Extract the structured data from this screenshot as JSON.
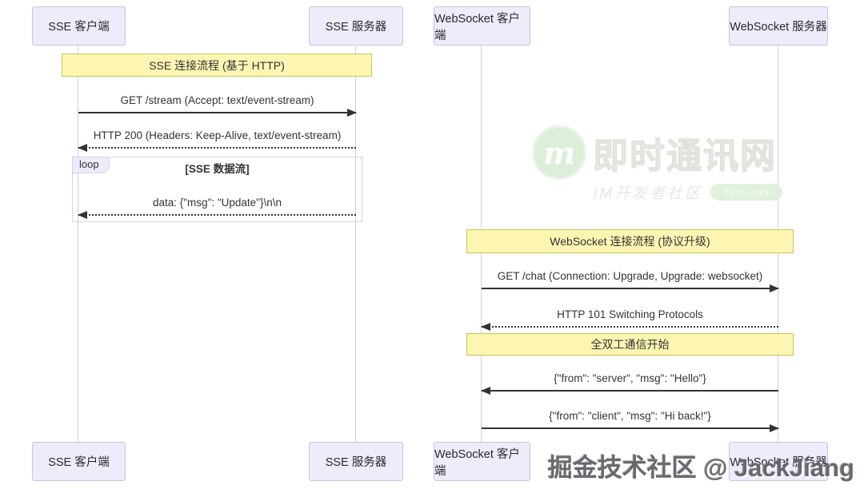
{
  "diagram": {
    "actors": [
      {
        "label": "SSE 客户端"
      },
      {
        "label": "SSE 服务器"
      },
      {
        "label": "WebSocket 客户端"
      },
      {
        "label": "WebSocket 服务器"
      }
    ],
    "notes": {
      "sse": "SSE 连接流程 (基于 HTTP)",
      "ws": "WebSocket 连接流程 (协议升级)",
      "duplex": "全双工通信开始"
    },
    "loop": {
      "label": "loop",
      "condition": "[SSE 数据流]"
    },
    "messages": {
      "sse_get": "GET /stream (Accept: text/event-stream)",
      "sse_200": "HTTP 200 (Headers: Keep-Alive, text/event-stream)",
      "sse_data": "data: {\"msg\": \"Update\"}\\n\\n",
      "ws_get": "GET /chat (Connection: Upgrade, Upgrade: websocket)",
      "ws_101": "HTTP 101 Switching Protocols",
      "ws_hello": "{\"from\": \"server\", \"msg\": \"Hello\"}",
      "ws_hiback": "{\"from\": \"client\", \"msg\": \"Hi back!\"}"
    }
  },
  "watermarks": {
    "center": {
      "logo": "m",
      "title": "即时通讯网",
      "subtitle": "IM开发者社区",
      "badge": "52im.net"
    },
    "bottom": "掘金技术社区 @ JackJiang"
  },
  "colors": {
    "actor_fill": "#ECECFB",
    "actor_border": "#C5C5E0",
    "note_fill": "#FDF6B2",
    "note_border": "#CCC35E",
    "arrow": "#333333",
    "lifeline": "#CFCFE4"
  }
}
